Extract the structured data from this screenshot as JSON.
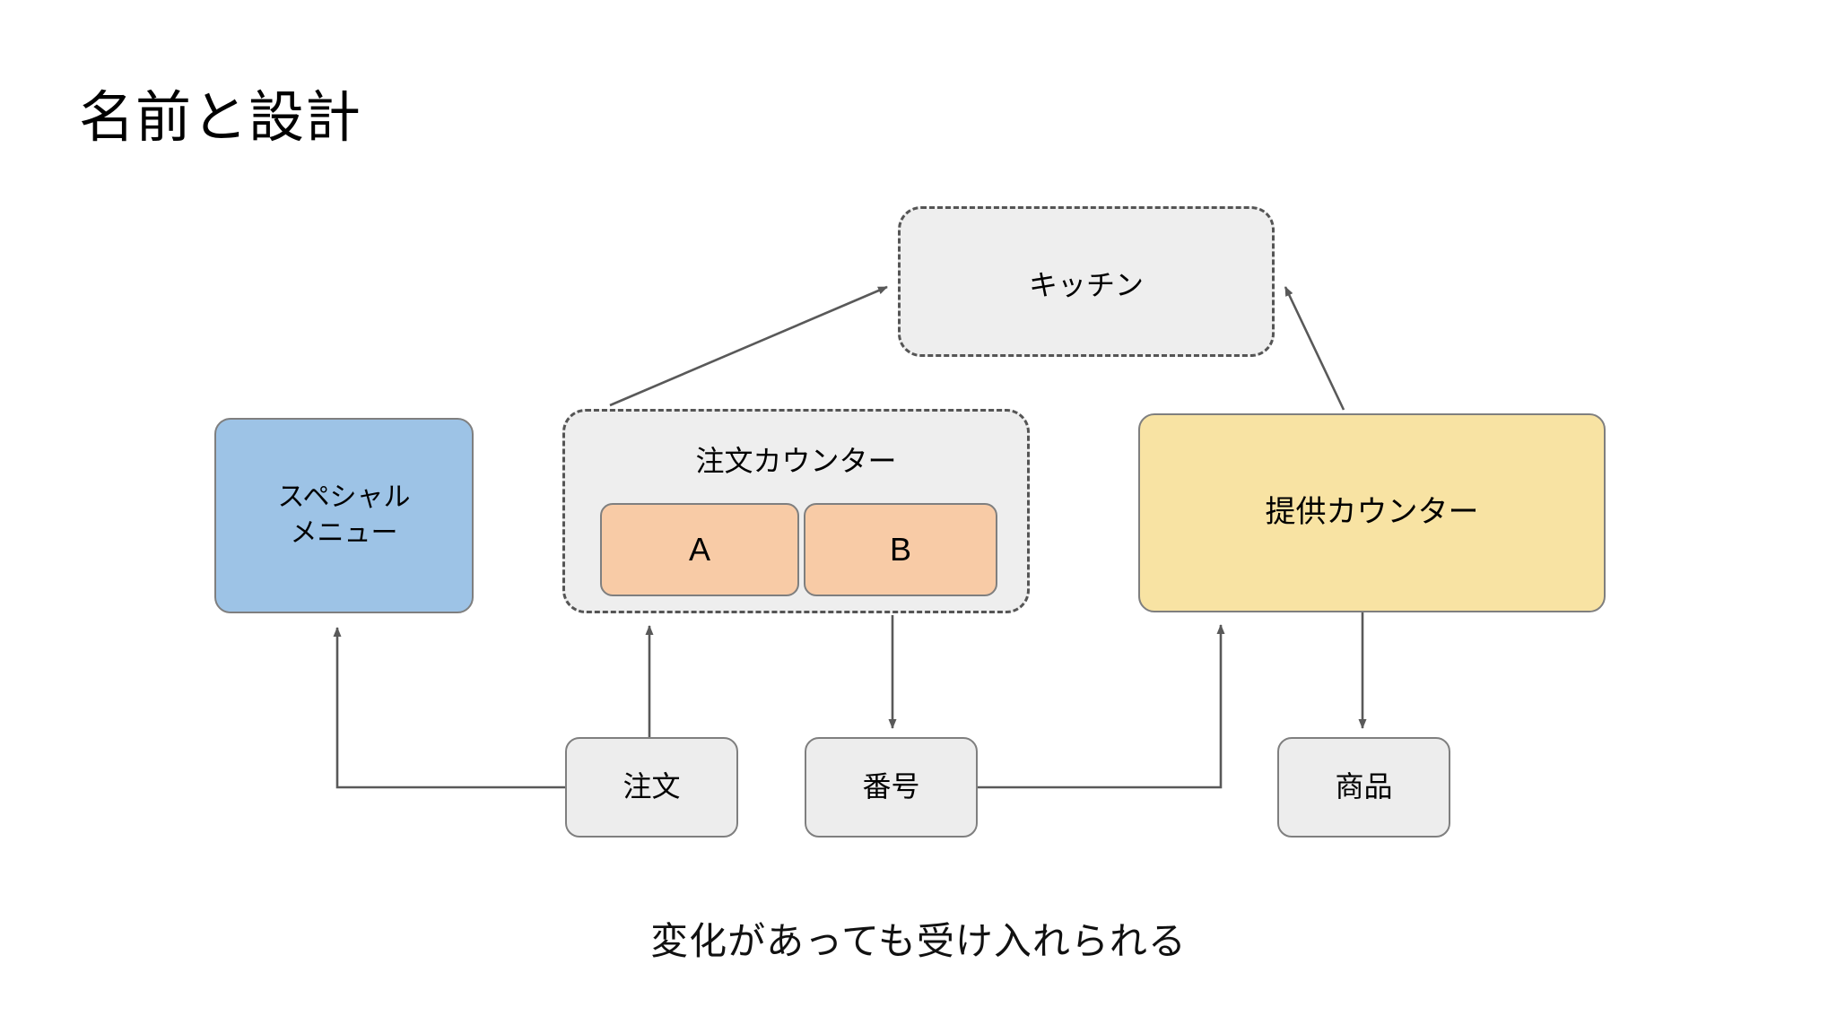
{
  "slide": {
    "title": "名前と設計",
    "caption": "変化があっても受け入れられる",
    "background_color": "#ffffff"
  },
  "colors": {
    "blue_fill": "#9dc3e6",
    "orange_fill": "#f8cba6",
    "yellow_fill": "#f8e3a3",
    "gray_fill": "#ededed",
    "group_fill": "#eeeeee",
    "stroke": "#7f7f7f",
    "dashed_stroke": "#555555",
    "connector": "#595959",
    "text": "#000000"
  },
  "diagram": {
    "type": "flow-diagram",
    "nodes": [
      {
        "id": "kitchen",
        "label": "キッチン",
        "style": "dashed-group",
        "fill": "#eeeeee"
      },
      {
        "id": "special-menu",
        "label": "スペシャル\nメニュー",
        "label_line1": "スペシャル",
        "label_line2": "メニュー",
        "style": "solid",
        "fill": "#9dc3e6"
      },
      {
        "id": "order-counter",
        "label": "注文カウンター",
        "style": "dashed-group",
        "fill": "#eeeeee",
        "children": [
          {
            "id": "counter-a",
            "label": "A",
            "fill": "#f8cba6"
          },
          {
            "id": "counter-b",
            "label": "B",
            "fill": "#f8cba6"
          }
        ]
      },
      {
        "id": "service-counter",
        "label": "提供カウンター",
        "style": "solid",
        "fill": "#f8e3a3"
      },
      {
        "id": "order",
        "label": "注文",
        "style": "solid",
        "fill": "#ededed"
      },
      {
        "id": "number",
        "label": "番号",
        "style": "solid",
        "fill": "#ededed"
      },
      {
        "id": "product",
        "label": "商品",
        "style": "solid",
        "fill": "#ededed"
      }
    ],
    "edges": [
      {
        "from": "order-counter",
        "to": "kitchen",
        "arrow": "to",
        "shape": "diagonal"
      },
      {
        "from": "service-counter",
        "to": "kitchen",
        "arrow": "to",
        "shape": "diagonal"
      },
      {
        "from": "order",
        "to": "special-menu",
        "arrow": "to",
        "shape": "elbow-left"
      },
      {
        "from": "order",
        "to": "order-counter",
        "arrow": "to",
        "shape": "vertical"
      },
      {
        "from": "order-counter",
        "to": "number",
        "arrow": "to",
        "shape": "vertical"
      },
      {
        "from": "number",
        "to": "service-counter",
        "arrow": "to",
        "shape": "elbow-right"
      },
      {
        "from": "service-counter",
        "to": "product",
        "arrow": "to",
        "shape": "vertical"
      }
    ]
  }
}
